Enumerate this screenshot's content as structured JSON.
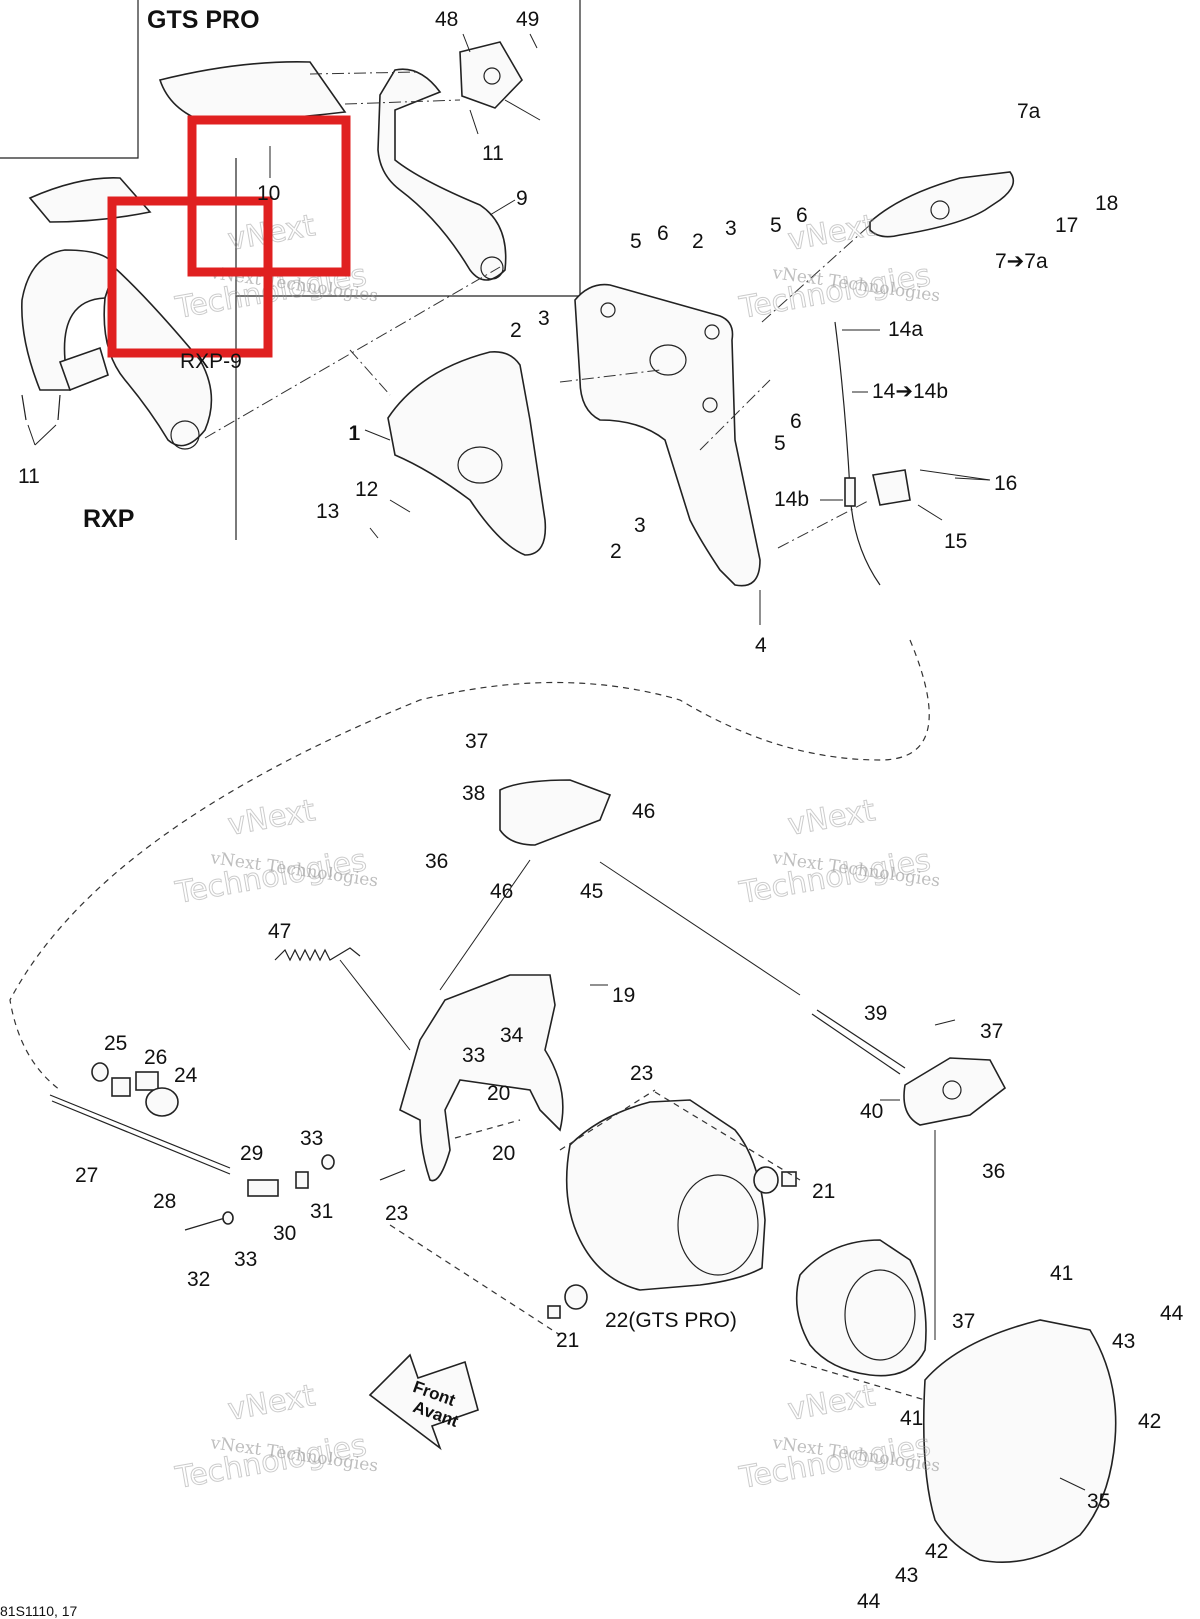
{
  "diagram": {
    "section_titles": {
      "gts_pro": "GTS PRO",
      "rxp": "RXP"
    },
    "reference_code": "81S1110, 17",
    "direction_arrow": {
      "line1": "Front",
      "line2": "Avant"
    },
    "watermark": {
      "line1": "vNext",
      "line2": "vNext Technologies",
      "line3": "Technologies"
    },
    "callouts": [
      "48",
      "49",
      "11",
      "10",
      "9",
      "1",
      "11",
      "RXP-9",
      "7a",
      "18",
      "17",
      "7➔7a",
      "5",
      "6",
      "2",
      "3",
      "5",
      "6",
      "14a",
      "14➔14b",
      "2",
      "3",
      "6",
      "5",
      "1",
      "16",
      "12",
      "13",
      "14b",
      "15",
      "3",
      "2",
      "4",
      "37",
      "38",
      "46",
      "36",
      "46",
      "45",
      "47",
      "19",
      "39",
      "37",
      "25",
      "26",
      "24",
      "34",
      "33",
      "23",
      "20",
      "40",
      "20",
      "21",
      "36",
      "29",
      "33",
      "27",
      "28",
      "31",
      "30",
      "33",
      "32",
      "23",
      "22(GTS PRO)",
      "21",
      "41",
      "37",
      "44",
      "43",
      "42",
      "41",
      "35",
      "42",
      "43",
      "44"
    ]
  },
  "highlights": {
    "color": "#e02020"
  }
}
